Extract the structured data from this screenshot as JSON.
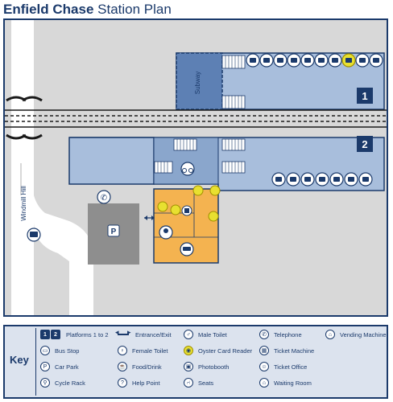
{
  "title": {
    "bold": "Enfield Chase",
    "regular": "Station Plan"
  },
  "map": {
    "road_label": "Windmill Hill",
    "subway_label": "Subway",
    "platform_numbers": [
      "1",
      "2"
    ],
    "car_park_letter": "P",
    "colors": {
      "background": "#d8d8d8",
      "platform": "#a8bedc",
      "platform_dark": "#5d80b4",
      "booking_hall": "#f4b350",
      "car_park": "#8e8e8e",
      "outline": "#1b3a6b",
      "track": "#1a1a1a",
      "road": "#ffffff"
    },
    "platform1_icons": [
      "waiting-room-icon",
      "help-point-icon",
      "seats-icon",
      "seats-icon",
      "male-toilet-icon",
      "female-toilet-icon",
      "seats-icon",
      "oyster-card-reader-icon",
      "seats-icon",
      "seats-icon"
    ],
    "platform2_icons": [
      "help-point-icon",
      "seats-icon",
      "seats-icon",
      "seats-icon",
      "seats-icon",
      "seats-icon",
      "seats-icon"
    ]
  },
  "key": {
    "label": "Key",
    "platform_numbers": [
      "1",
      "2"
    ],
    "items": [
      {
        "icon": "platform-numbers",
        "text": "Platforms 1 to 2"
      },
      {
        "icon": "entrance-exit-arrow-icon",
        "text": "Entrance/Exit"
      },
      {
        "icon": "male-toilet-icon",
        "text": "Male Toilet",
        "glyph": "♂"
      },
      {
        "icon": "telephone-icon",
        "text": "Telephone",
        "glyph": "✆"
      },
      {
        "icon": "vending-machine-icon",
        "text": "Vending Machine",
        "glyph": "⌂"
      },
      {
        "icon": "bus-stop-icon",
        "text": "Bus Stop",
        "glyph": "▭"
      },
      {
        "icon": "female-toilet-icon",
        "text": "Female Toilet",
        "glyph": "♀"
      },
      {
        "icon": "oyster-card-reader-icon",
        "text": "Oyster Card Reader",
        "glyph": "◉"
      },
      {
        "icon": "ticket-machine-icon",
        "text": "Ticket Machine",
        "glyph": "▦"
      },
      {
        "icon": "car-park-icon",
        "text": "Car Park",
        "glyph": "P"
      },
      {
        "icon": "food-drink-icon",
        "text": "Food/Drink",
        "glyph": "☕"
      },
      {
        "icon": "photobooth-icon",
        "text": "Photobooth",
        "glyph": "▣"
      },
      {
        "icon": "ticket-office-icon",
        "text": "Ticket Office",
        "glyph": "☺"
      },
      {
        "icon": "cycle-rack-icon",
        "text": "Cycle Rack",
        "glyph": "⚲"
      },
      {
        "icon": "help-point-icon",
        "text": "Help Point",
        "glyph": "?"
      },
      {
        "icon": "seats-icon",
        "text": "Seats",
        "glyph": "⑁"
      },
      {
        "icon": "waiting-room-icon",
        "text": "Waiting Room",
        "glyph": "⌂"
      }
    ]
  }
}
